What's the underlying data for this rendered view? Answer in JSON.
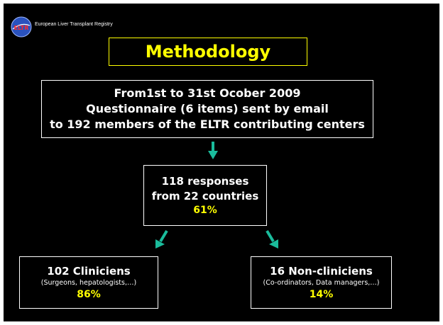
{
  "header": {
    "registry_name": "European Liver Transplant Registry",
    "logo_text": "ELTR"
  },
  "title": "Methodology",
  "top_box": {
    "line1": "From1st to 31st Ocober 2009",
    "line2": "Questionnaire (6 items) sent by email",
    "line3": "to 192 members of the ELTR contributing centers"
  },
  "mid_box": {
    "line1": "118 responses",
    "line2": "from 22 countries",
    "percent": "61%"
  },
  "left_box": {
    "title": "102 Cliniciens",
    "subtitle": "(Surgeons, hepatologists,…)",
    "percent": "86%"
  },
  "right_box": {
    "title": "16 Non-cliniciens",
    "subtitle": "(Co-ordinators, Data managers,…)",
    "percent": "14%"
  },
  "colors": {
    "background": "#000000",
    "title": "#ffff00",
    "text": "#ffffff",
    "percent": "#ffff00",
    "arrow": "#1abc9c"
  }
}
